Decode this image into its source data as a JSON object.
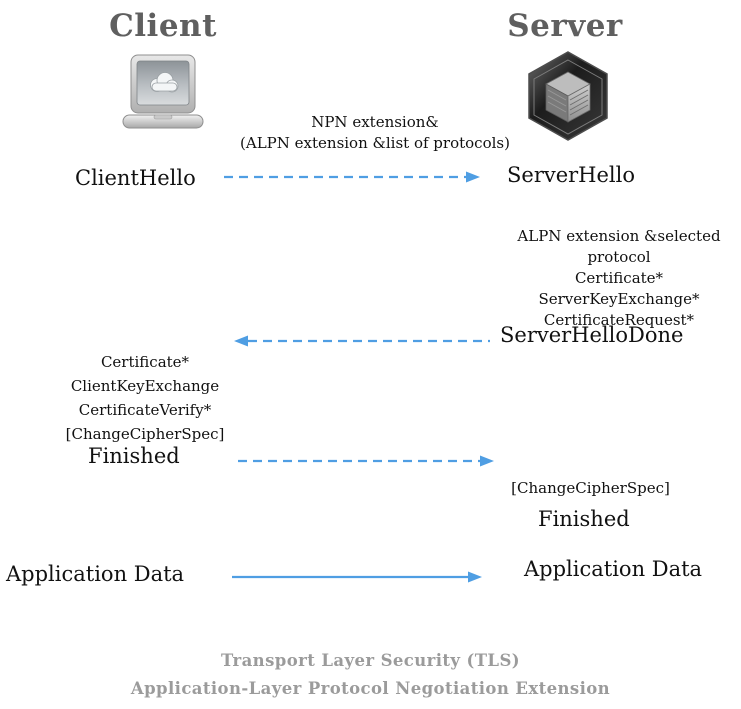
{
  "actors": {
    "client_label": "Client",
    "server_label": "Server"
  },
  "messages": {
    "client_hello": "ClientHello",
    "npn_label_line1": "NPN extension&",
    "npn_label_line2": "(ALPN extension &list of protocols)",
    "server_hello": "ServerHello",
    "server_response_lines": [
      "ALPN extension &selected protocol",
      "Certificate*",
      "ServerKeyExchange*",
      "CertificateRequest*"
    ],
    "server_hello_done": "ServerHelloDone",
    "client_response_lines": [
      "Certificate*",
      "ClientKeyExchange",
      "CertificateVerify*",
      "[ChangeCipherSpec]"
    ],
    "client_finished": "Finished",
    "server_change_cipher_spec": "[ChangeCipherSpec]",
    "server_finished": "Finished",
    "client_application_data": "Application Data",
    "server_application_data": "Application Data"
  },
  "caption": {
    "line1": "Transport Layer Security (TLS)",
    "line2": "Application-Layer Protocol Negotiation Extension"
  },
  "icons": {
    "client": "laptop-cloud-icon",
    "server": "hexagon-server-icon"
  },
  "colors": {
    "arrow_blue": "#4f9ee3",
    "title_gray": "#5f5f5f",
    "caption_gray": "#9b9b9b",
    "text_black": "#111111"
  }
}
